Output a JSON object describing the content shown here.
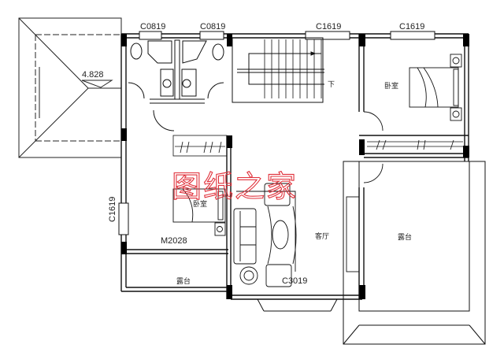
{
  "plan": {
    "title": "Second floor plan",
    "watermark": "图纸之家",
    "watermark_color": "#e0303a",
    "line_color": "#111111",
    "wall_fill": "#000000"
  },
  "labels": {
    "window_wc_left": "C0819",
    "window_wc_right": "C0819",
    "window_stair": "C1619",
    "window_bedroom_ne": "C1619",
    "window_west": "C1619",
    "door_bedroom_sw": "M2028",
    "window_living": "C3019",
    "roof_elevation": "4.828",
    "stair_down": "下",
    "room_bedroom_ne": "卧室",
    "room_bedroom_sw": "卧室",
    "room_living": "客厅",
    "room_terrace_sw": "露台",
    "room_terrace_se": "露台"
  }
}
